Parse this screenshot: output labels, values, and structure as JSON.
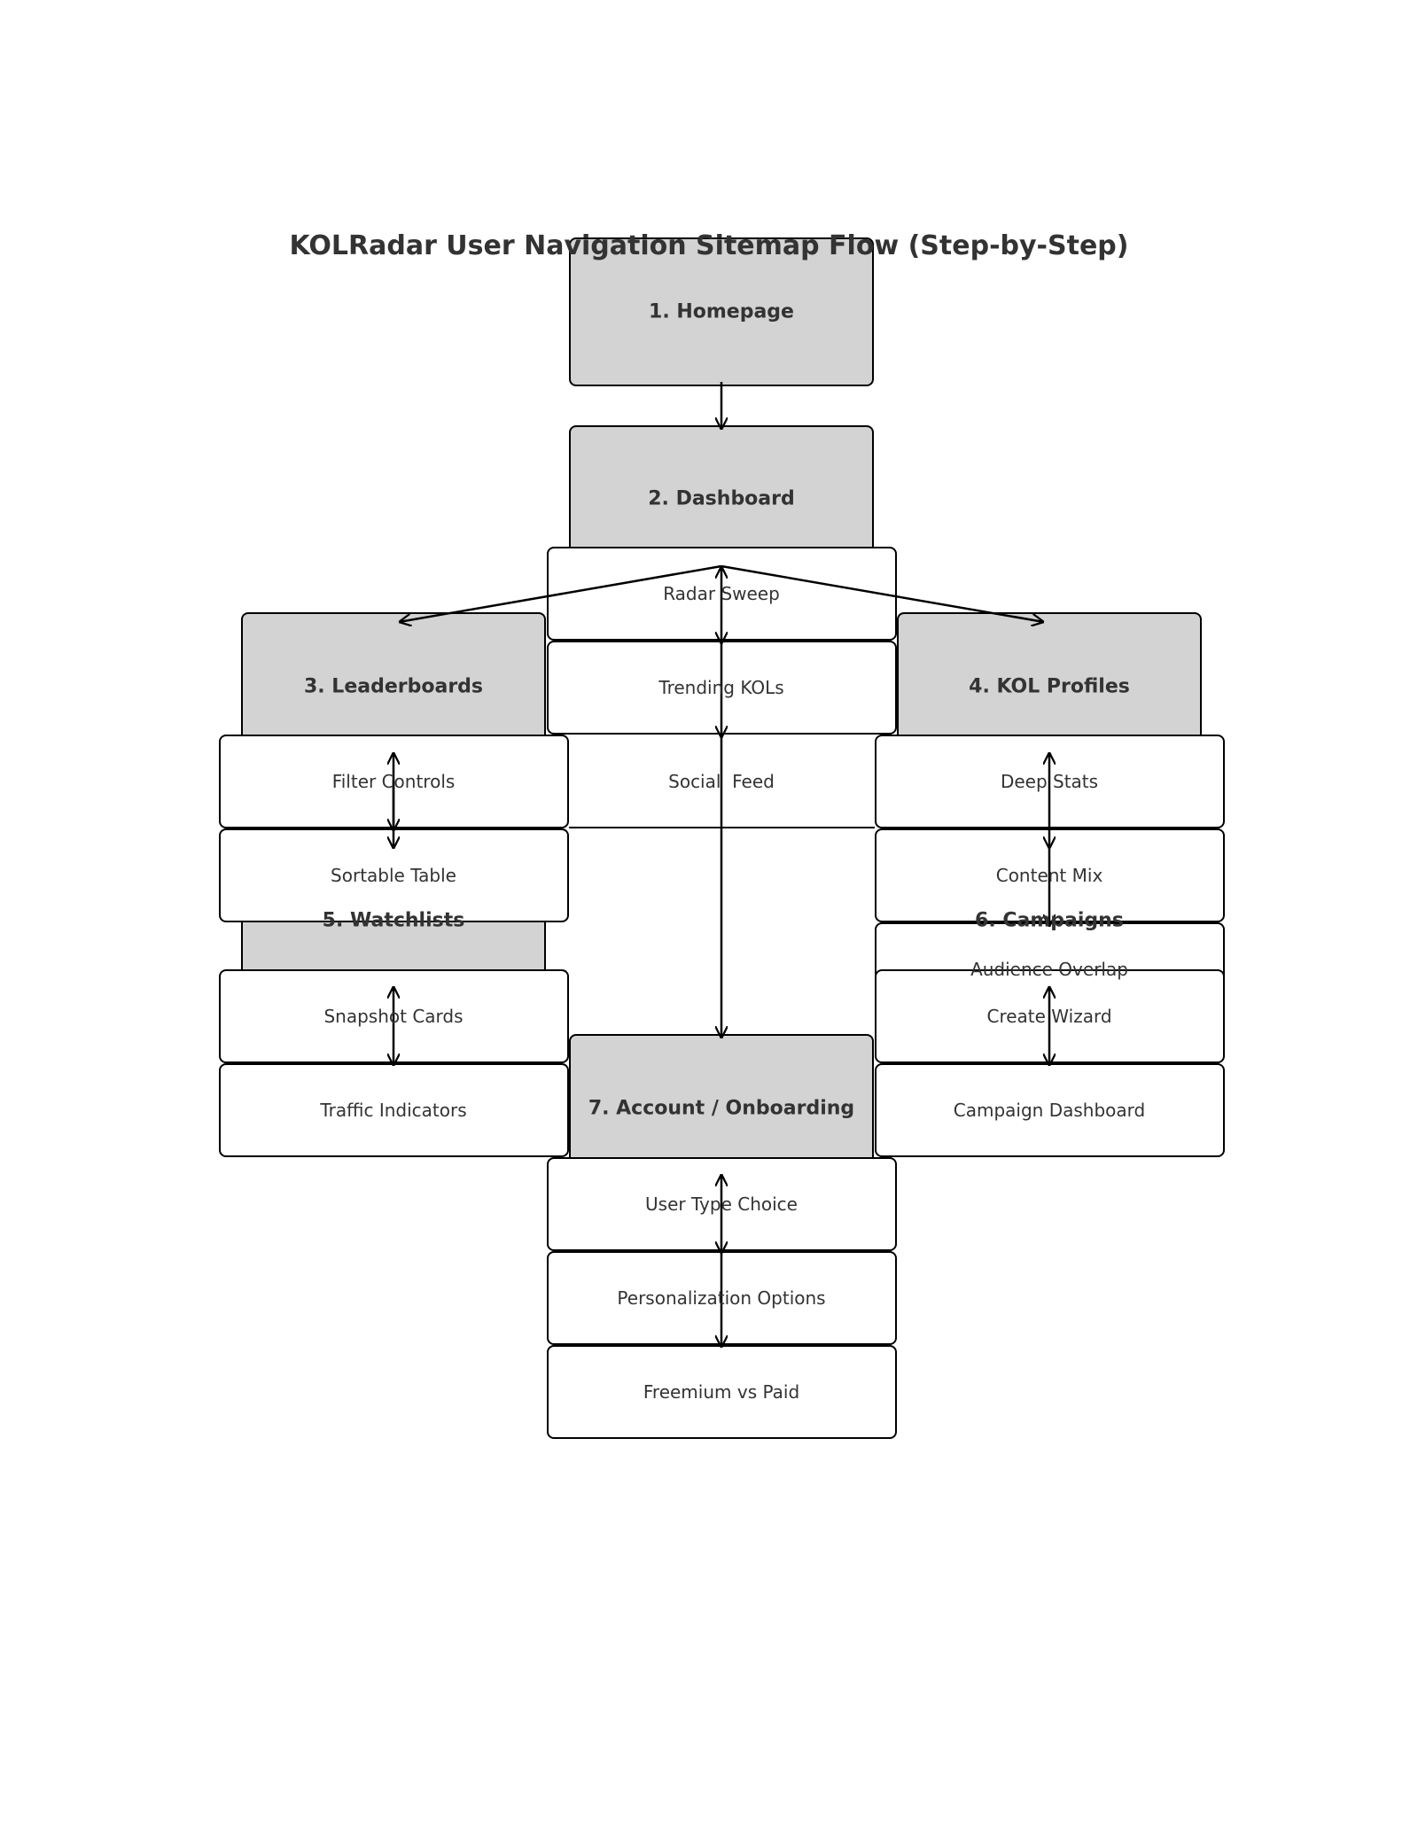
{
  "title": "KOLRadar User Navigation Sitemap Flow (Step-by-Step)",
  "nodes": {
    "homepage": "1. Homepage",
    "dashboard": "2. Dashboard",
    "leaderboards": "3. Leaderboards",
    "kol_profiles": "4. KOL Profiles",
    "watchlists": "5. Watchlists",
    "campaigns": "6. Campaigns",
    "account": "7. Account / Onboarding"
  },
  "subnodes": {
    "radar_sweep": "Radar Sweep",
    "trending_kols": "Trending KOLs",
    "social_feed": "Social  Feed",
    "filter_controls": "Filter Controls",
    "sortable_table": "Sortable Table",
    "deep_stats": "Deep Stats",
    "content_mix": "Content Mix",
    "audience_overlap": "Audience Overlap",
    "snapshot_cards": "Snapshot Cards",
    "traffic_indicators": "Traffic Indicators",
    "create_wizard": "Create Wizard",
    "campaign_dashboard": "Campaign Dashboard",
    "user_type_choice": "User Type Choice",
    "personalization_options": "Personalization Options",
    "freemium_vs_paid": "Freemium vs Paid"
  },
  "colors": {
    "main_fill": "#d3d3d3",
    "sub_fill": "#ffffff",
    "stroke": "#000000",
    "text": "#333333"
  }
}
